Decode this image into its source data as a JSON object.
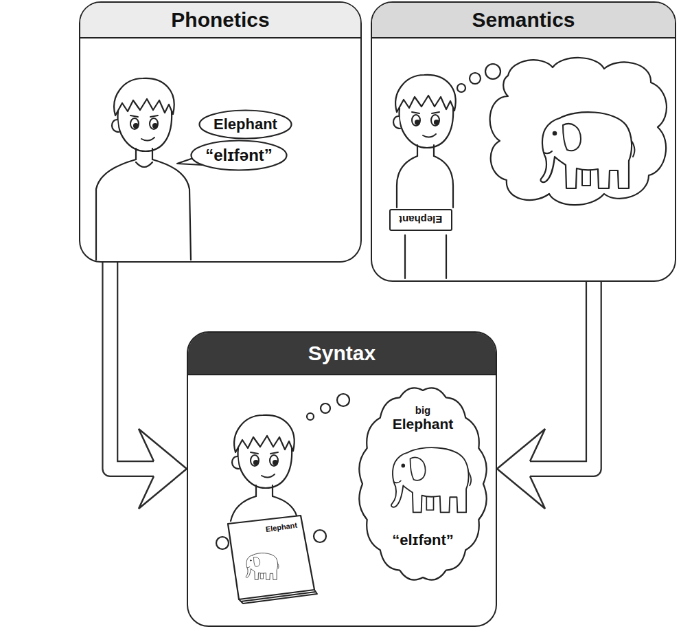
{
  "diagram": {
    "nodes": [
      {
        "text": [
          "Phonetics"
        ]
      },
      {
        "text": [
          "Elephant"
        ],
        "in": 0
      },
      {
        "text": [
          "“elɪfənt”"
        ],
        "in": 0
      },
      {
        "text": [
          "Semantics"
        ]
      },
      {
        "text": [
          "Elephant"
        ],
        "in": 3
      },
      {
        "text": [
          "Syntax"
        ]
      },
      {
        "text": [
          "Elephant"
        ],
        "in": 5
      },
      {
        "text": [
          "big",
          "Elephant",
          "“elɪfənt”"
        ],
        "in": 5
      }
    ],
    "edges": [
      {
        "from": 0,
        "to": 5,
        "arrow": "to"
      },
      {
        "from": 3,
        "to": 5,
        "arrow": "to"
      }
    ]
  }
}
